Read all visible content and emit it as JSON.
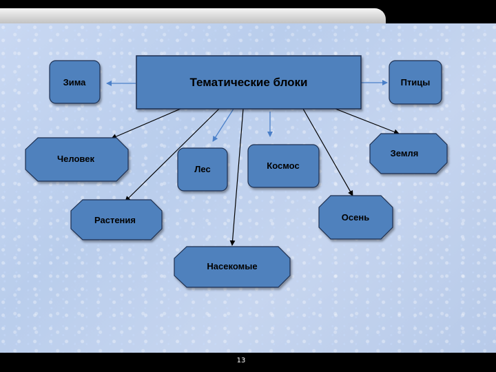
{
  "diagram": {
    "root": "Тематические  блоки",
    "nodes": {
      "zima": "Зима",
      "ptitsy": "Птицы",
      "chelovek": "Человек",
      "les": "Лес",
      "kosmos": "Космос",
      "zemlya": "Земля",
      "rasteniya": "Растения",
      "osen": "Осень",
      "nasekomye": "Насекомые"
    }
  },
  "footer": {
    "page_number": "13"
  },
  "colors": {
    "node_fill": "#4f81bd",
    "node_stroke": "#1f2f4f",
    "arrow_light": "#4a7fc8",
    "arrow_dark": "#000000"
  }
}
